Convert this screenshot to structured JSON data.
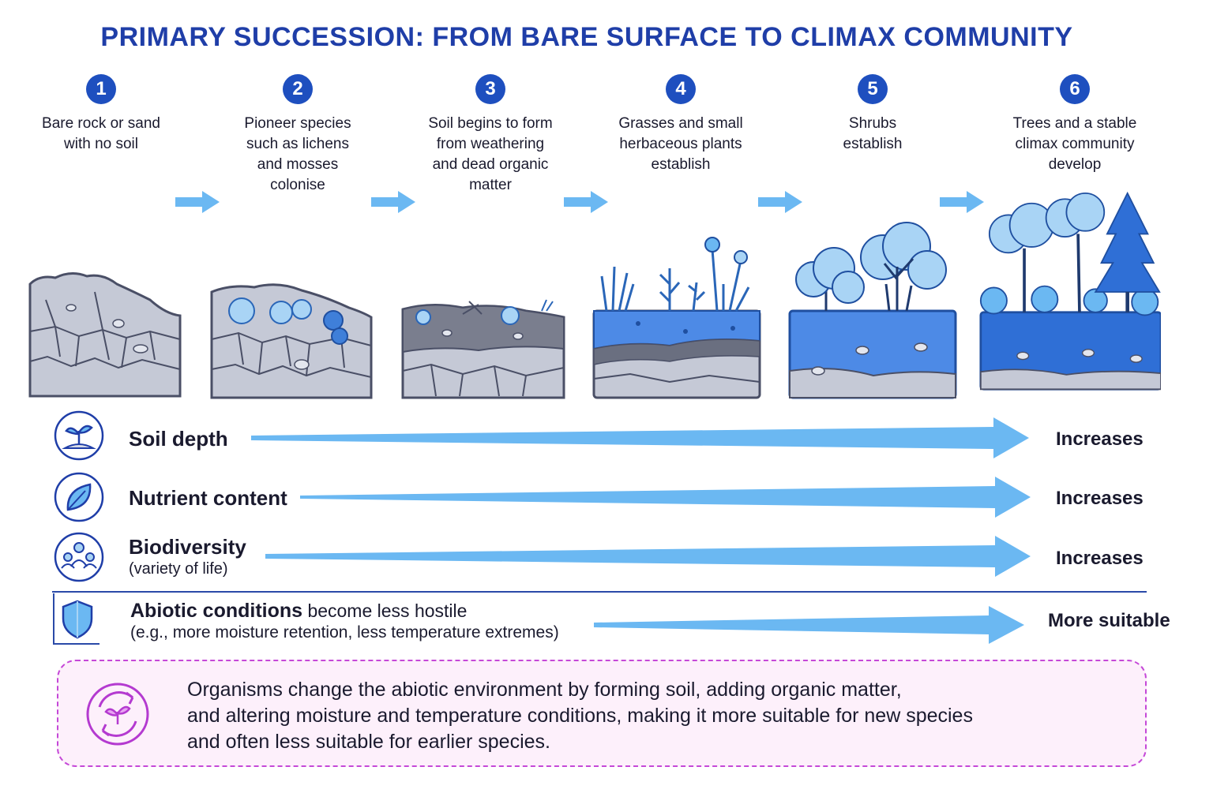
{
  "title": "PRIMARY SUCCESSION: FROM BARE SURFACE TO CLIMAX COMMUNITY",
  "steps": [
    {
      "num": "1",
      "text": "Bare rock or sand with no soil"
    },
    {
      "num": "2",
      "text": "Pioneer species such as lichens and mosses colonise"
    },
    {
      "num": "3",
      "text": "Soil begins to form from weathering and dead organic matter"
    },
    {
      "num": "4",
      "text": "Grasses and small herbaceous plants establish"
    },
    {
      "num": "5",
      "text": "Shrubs establish"
    },
    {
      "num": "6",
      "text": "Trees and a stable climax community develop"
    }
  ],
  "trends": [
    {
      "label": "Soil depth",
      "sub": "",
      "result": "Increases",
      "icon": "seedling-soil-icon"
    },
    {
      "label": "Nutrient content",
      "sub": "",
      "result": "Increases",
      "icon": "leaf-icon"
    },
    {
      "label": "Biodiversity",
      "sub": "(variety of life)",
      "result": "Increases",
      "icon": "people-group-icon"
    }
  ],
  "abiotic": {
    "label_bold": "Abiotic conditions",
    "label_rest": "become less hostile",
    "sub": "(e.g., more moisture retention, less temperature extremes)",
    "result": "More suitable",
    "icon": "shield-icon"
  },
  "note": {
    "line1": "Organisms change the abiotic environment by forming soil, adding organic matter,",
    "line2": "and altering moisture and temperature conditions, making it more suitable for new species",
    "line3": "and often less suitable for earlier species.",
    "icon": "recycle-sprout-icon"
  },
  "colors": {
    "title": "#1f3ea8",
    "badge": "#1e4fbf",
    "arrow": "#6bb8f2",
    "rock": "#c5c9d6",
    "soil_blue": "#4d8ae6",
    "note_border": "#c548d8"
  }
}
